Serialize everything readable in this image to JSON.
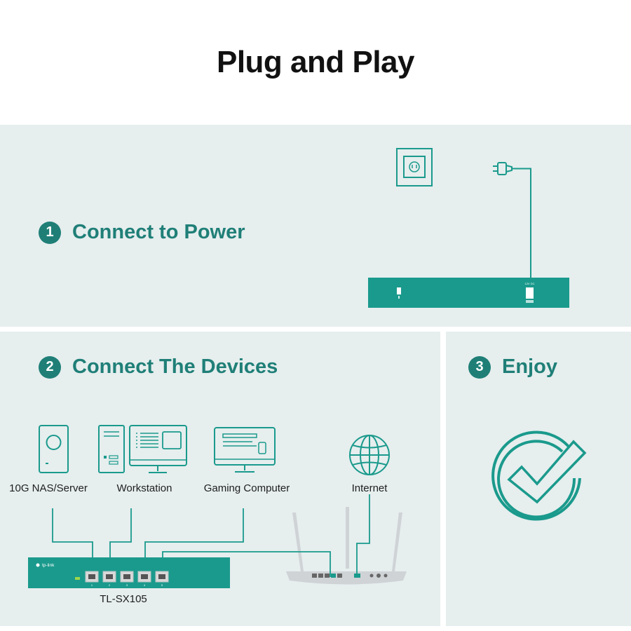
{
  "title": "Plug and Play",
  "steps": [
    {
      "number": "1",
      "label": "Connect to Power"
    },
    {
      "number": "2",
      "label": "Connect  The Devices"
    },
    {
      "number": "3",
      "label": "Enjoy"
    }
  ],
  "devices": [
    {
      "label": "10G NAS/Server",
      "icon": "nas-server-icon"
    },
    {
      "label": "Workstation",
      "icon": "workstation-icon"
    },
    {
      "label": "Gaming Computer",
      "icon": "gaming-computer-icon"
    },
    {
      "label": "Internet",
      "icon": "globe-icon"
    }
  ],
  "switch": {
    "brand": "tp-link",
    "model": "TL-SX105",
    "port_numbers": [
      "1",
      "2",
      "3",
      "4",
      "5"
    ]
  },
  "colors": {
    "teal": "#1a9a8c",
    "dark_teal": "#1f7f77",
    "panel_bg": "#e6eeee",
    "router_gray": "#cfd3d6"
  }
}
